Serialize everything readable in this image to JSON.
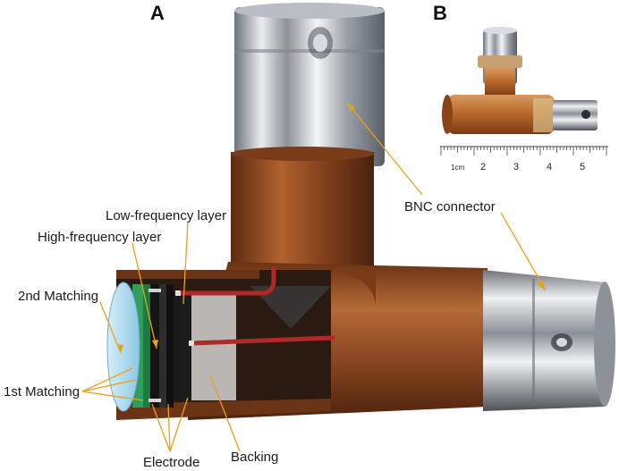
{
  "panels": {
    "a": "A",
    "b": "B"
  },
  "labels": {
    "low_frequency_layer": "Low-frequency layer",
    "high_frequency_layer": "High-frequency layer",
    "second_matching": "2nd Matching",
    "first_matching": "1st Matching",
    "electrode": "Electrode",
    "backing": "Backing",
    "bnc_connector": "BNC connector"
  },
  "ruler": {
    "unit": "1cm",
    "ticks": [
      "2",
      "3",
      "4",
      "5"
    ]
  },
  "colors": {
    "leader_line": "#e8a020",
    "copper": "#9a4a20",
    "chrome": "#c8ccd2",
    "wire": "#b02828",
    "matching_layer": "#2fa05a",
    "lens": "#9fd6ee"
  }
}
